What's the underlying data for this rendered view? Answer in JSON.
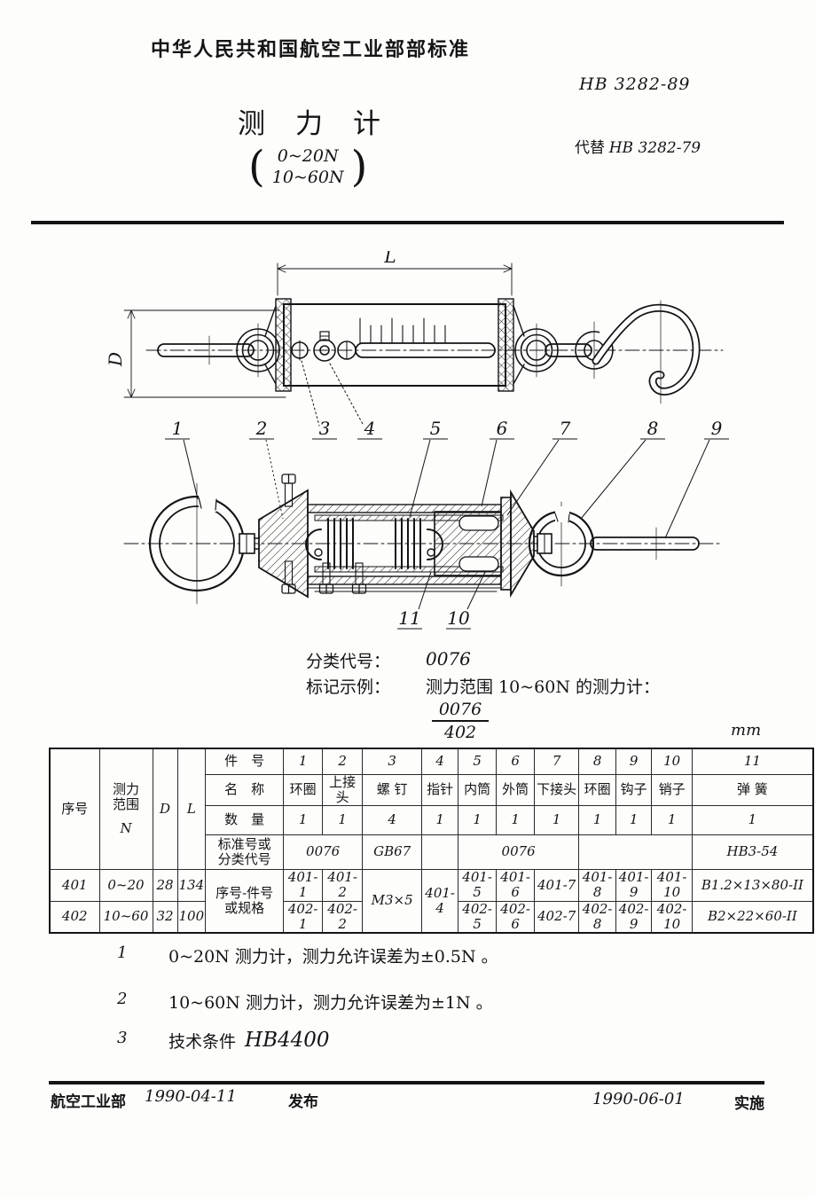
{
  "header": {
    "org": "中华人民共和国航空工业部部标准",
    "standard_no": "HB 3282-89",
    "title": "测力计",
    "range_line1": "0~20N",
    "range_line2": "10~60N",
    "replaces_label": "代替",
    "replaces_no": "HB 3282-79"
  },
  "drawing": {
    "dim_length": "L",
    "dim_diameter": "D",
    "part_labels": [
      "1",
      "2",
      "3",
      "4",
      "5",
      "6",
      "7",
      "8",
      "9"
    ],
    "bottom_part_labels": [
      "11",
      "10"
    ]
  },
  "classification": {
    "code_label": "分类代号：",
    "code_value": "0076",
    "example_label": "标记示例：",
    "example_text": "测力范围 10~60N 的测力计：",
    "fraction_top": "0076",
    "fraction_bottom": "402"
  },
  "table": {
    "unit": "mm",
    "headers": {
      "seq": "序号",
      "range": "测力\n范围",
      "range_unit": "N",
      "d": "D",
      "l": "L",
      "part_no": "件　号",
      "name": "名　称",
      "qty": "数　量",
      "std": "标准号或\n分类代号",
      "spec": "序号-件号\n或规格"
    },
    "part_nos": [
      "1",
      "2",
      "3",
      "4",
      "5",
      "6",
      "7",
      "8",
      "9",
      "10",
      "11"
    ],
    "part_names": [
      "环圈",
      "上接头",
      "螺 钉",
      "指针",
      "内筒",
      "外筒",
      "下接头",
      "环圈",
      "钩子",
      "销子",
      "弹 簧"
    ],
    "quantities": [
      "1",
      "1",
      "4",
      "1",
      "1",
      "1",
      "1",
      "1",
      "1",
      "1",
      "1"
    ],
    "std_codes": {
      "c1_2": "0076",
      "c3": "GB67",
      "c4": "",
      "c5_7": "0076",
      "c8_10": "",
      "c11": "HB3-54"
    },
    "rows": [
      {
        "seq": "401",
        "range": "0~20",
        "d": "28",
        "l": "134",
        "c1": "401-1",
        "c2": "401-2",
        "c3": "M3×5",
        "c4": "401-4",
        "c5": "401-5",
        "c6": "401-6",
        "c7": "401-7",
        "c8": "401-8",
        "c9": "401-9",
        "c10": "401-10",
        "c11": "B1.2×13×80-II"
      },
      {
        "seq": "402",
        "range": "10~60",
        "d": "32",
        "l": "100",
        "c1": "402-1",
        "c2": "402-2",
        "c5": "402-5",
        "c6": "402-6",
        "c7": "402-7",
        "c8": "402-8",
        "c9": "402-9",
        "c10": "402-10",
        "c11": "B2×22×60-II"
      }
    ]
  },
  "notes": [
    {
      "num": "1",
      "text": "0~20N 测力计，测力允许误差为±0.5N 。",
      "code": ""
    },
    {
      "num": "2",
      "text": "10~60N 测力计，测力允许误差为±1N 。",
      "code": ""
    },
    {
      "num": "3",
      "text": "技术条件",
      "code": "HB4400"
    }
  ],
  "footer": {
    "issuer": "航空工业部",
    "issue_date": "1990-04-11",
    "issue_label": "发布",
    "impl_date": "1990-06-01",
    "impl_label": "实施"
  }
}
